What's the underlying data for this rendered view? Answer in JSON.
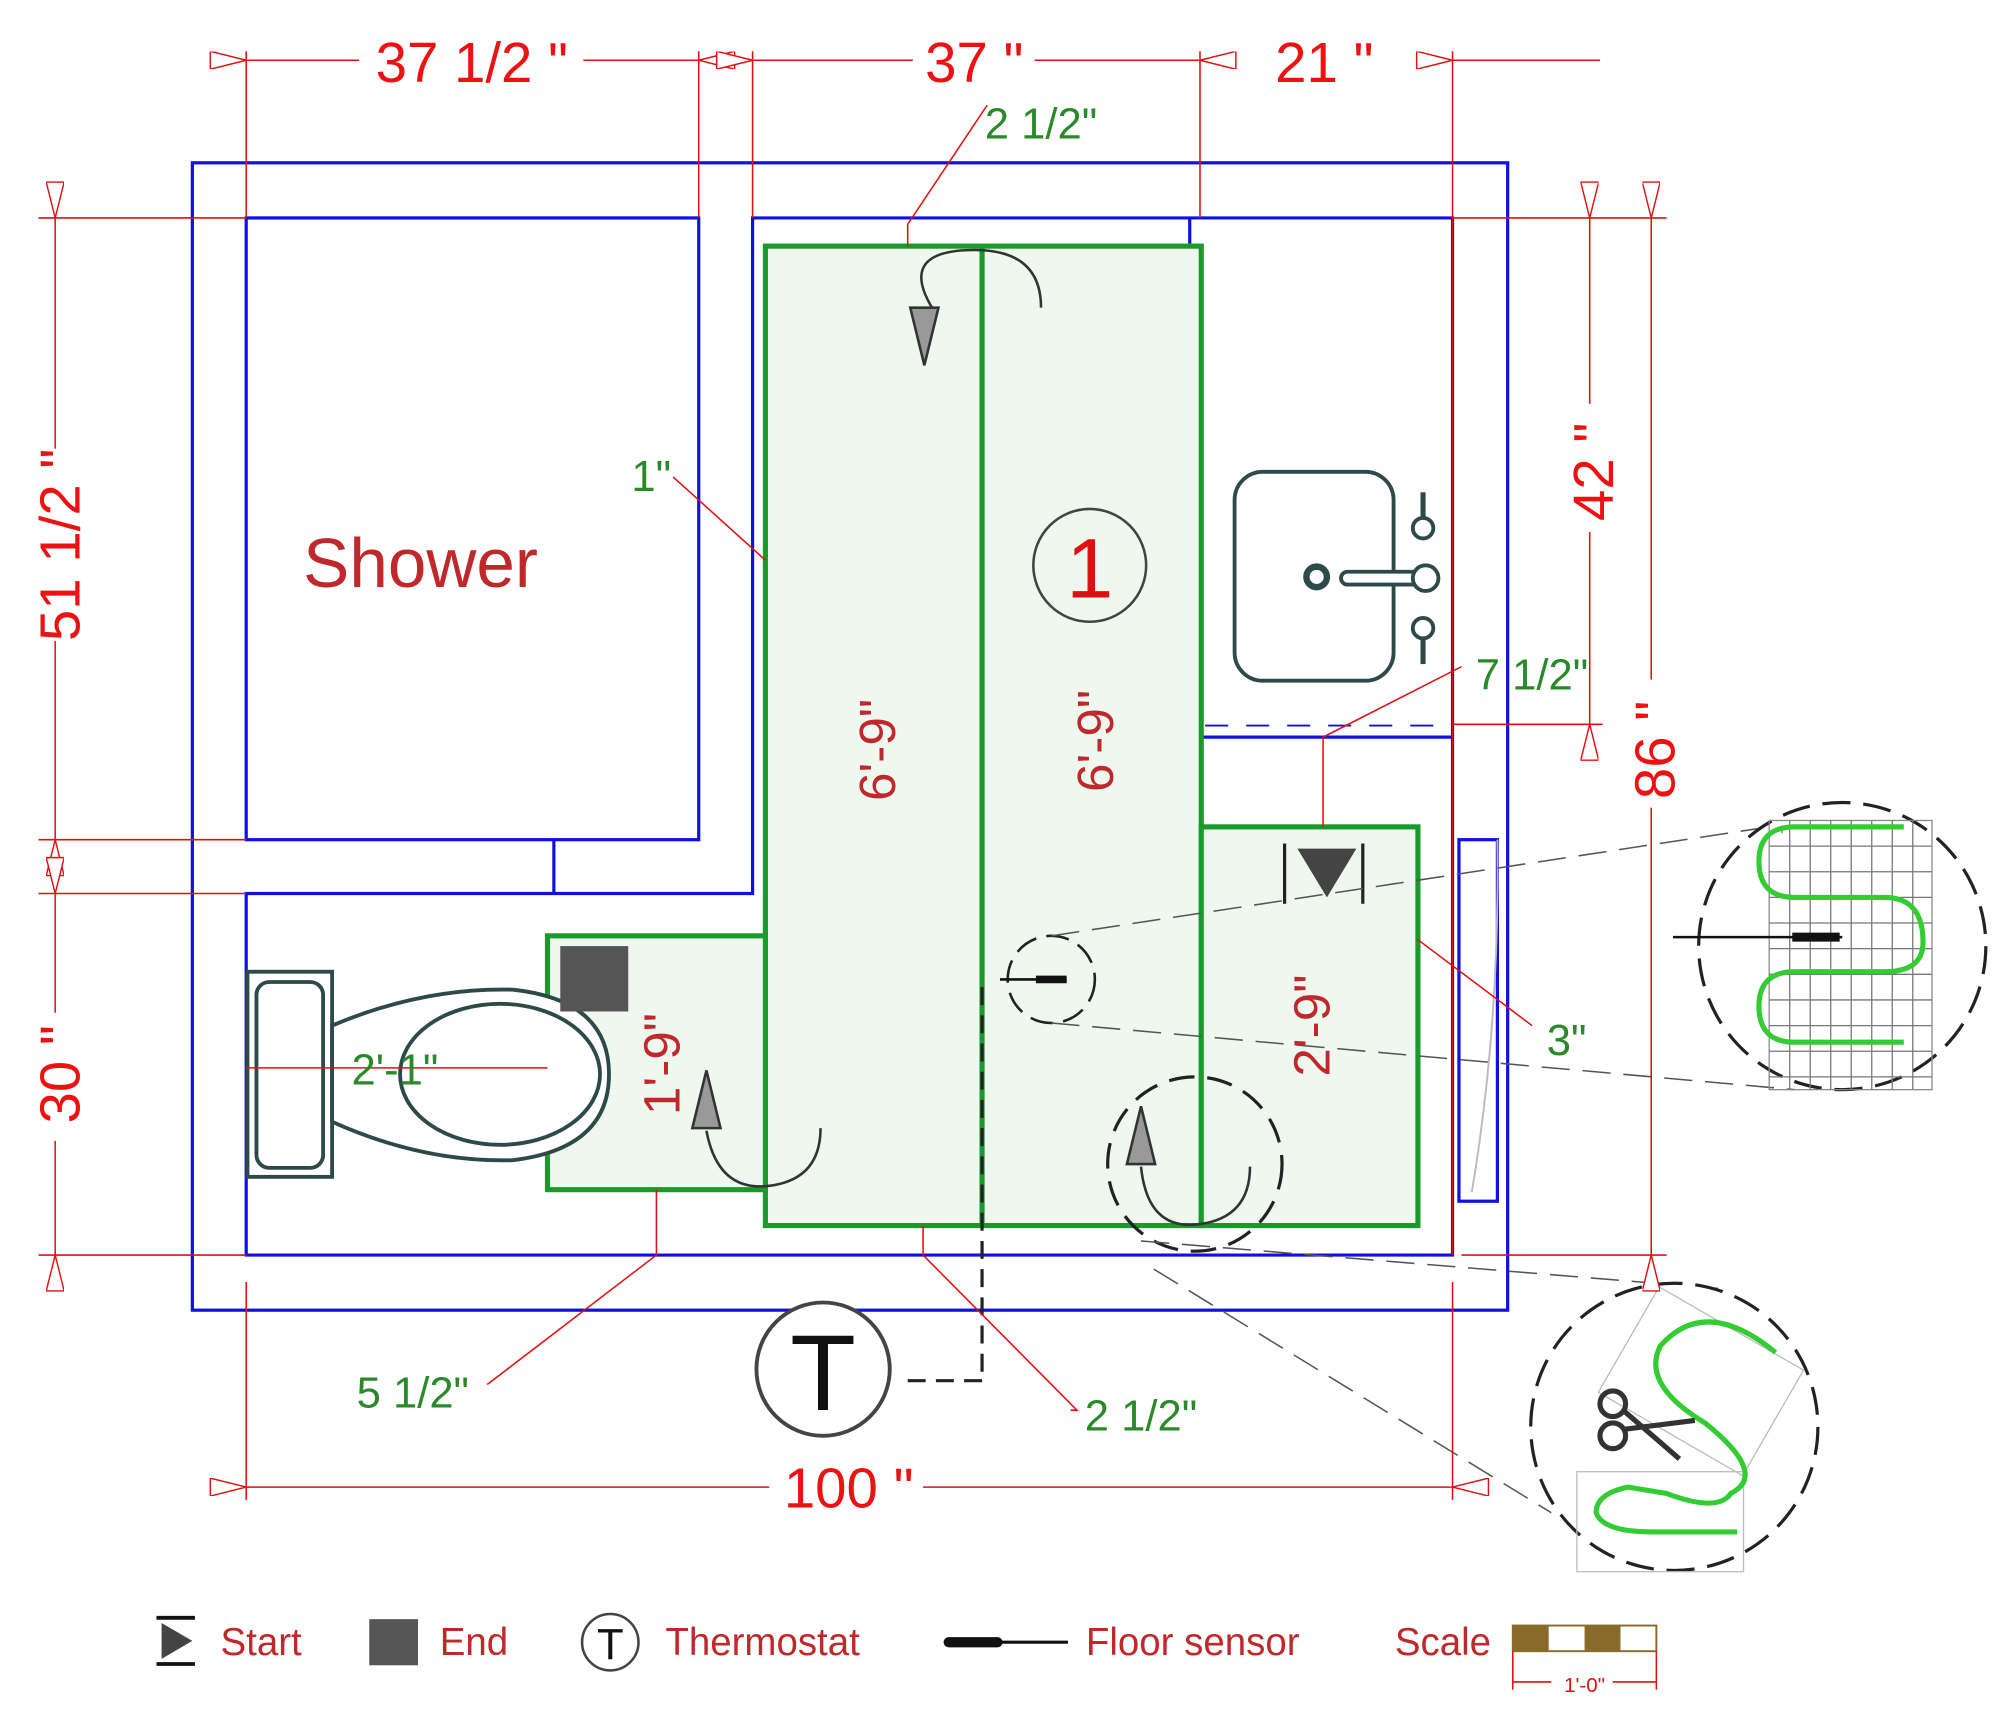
{
  "title_room_label": "Shower",
  "zone_number": "1",
  "dimensions": {
    "top_left": "37 1/2 \"",
    "top_mid": "37 \"",
    "top_right": "21 \"",
    "left_upper": "51 1/2 \"",
    "left_lower": "30 \"",
    "right_inner": "42 \"",
    "right_outer": "86 \"",
    "bottom": "100 \""
  },
  "offsets": {
    "top": "2 1/2\"",
    "shower_gap": "1\"",
    "vanity": "7 1/2\"",
    "door": "3\"",
    "toilet": "2'-1\"",
    "bottom_left": "5 1/2\"",
    "bottom_mid": "2 1/2\""
  },
  "run_lengths": {
    "a": "6'-9\"",
    "b": "6'-9\"",
    "c": "2'-9\"",
    "d": "1'-9\""
  },
  "thermostat_symbol": "T",
  "legend": {
    "start": "Start",
    "end": "End",
    "thermostat": "Thermostat",
    "thermostat_symbol": "T",
    "sensor": "Floor sensor",
    "scale": "Scale",
    "scale_value": "1'-0\""
  },
  "colors": {
    "wall": "#1010e0",
    "heating_zone": "#1a9a2a",
    "dimension": "#e01010"
  }
}
